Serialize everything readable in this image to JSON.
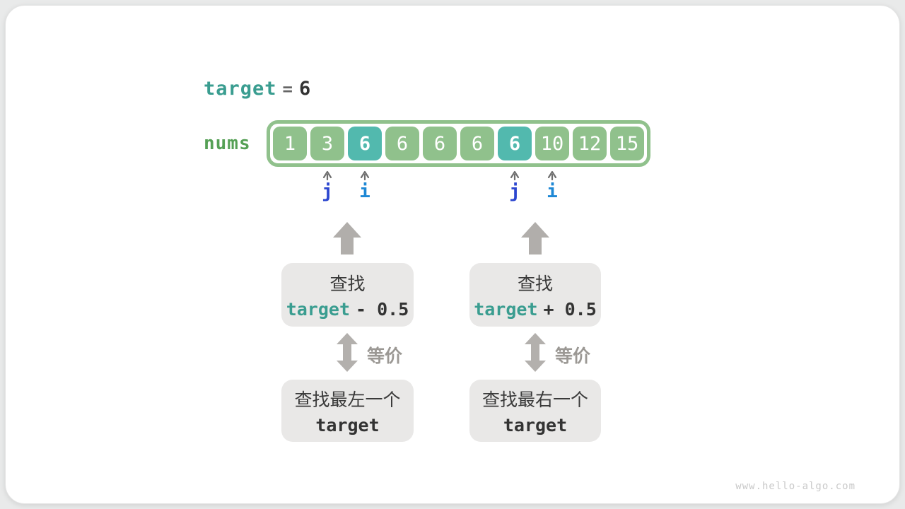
{
  "watermark": "www.hello-algo.com",
  "colors": {
    "accent_teal_text": "#3a9d90",
    "nums_label_green": "#55a055",
    "array_box_green": "#90c18c",
    "array_box_teal": "#52b9ae",
    "pointer_j_blue": "#2b46cf",
    "pointer_i_blue": "#1e88d5",
    "arrow_gray": "#b1aeab",
    "flow_box_gray": "#e9e8e7"
  },
  "target_line": {
    "variable": "target",
    "equals": "=",
    "value": "6"
  },
  "array": {
    "label": "nums",
    "cells": [
      {
        "value": "1",
        "highlight": false
      },
      {
        "value": "3",
        "highlight": false
      },
      {
        "value": "6",
        "highlight": true
      },
      {
        "value": "6",
        "highlight": false
      },
      {
        "value": "6",
        "highlight": false
      },
      {
        "value": "6",
        "highlight": false
      },
      {
        "value": "6",
        "highlight": true
      },
      {
        "value": "10",
        "highlight": false
      },
      {
        "value": "12",
        "highlight": false
      },
      {
        "value": "15",
        "highlight": false
      }
    ]
  },
  "pointers": [
    {
      "label": "j"
    },
    {
      "label": "i"
    },
    {
      "label": "j"
    },
    {
      "label": "i"
    }
  ],
  "flows": {
    "left": {
      "search_prefix": "查找",
      "expr_variable": "target",
      "expr_op": "- 0.5",
      "equiv_label": "等价",
      "result_text": "查找最左一个",
      "result_variable": "target"
    },
    "right": {
      "search_prefix": "查找",
      "expr_variable": "target",
      "expr_op": "+ 0.5",
      "equiv_label": "等价",
      "result_text": "查找最右一个",
      "result_variable": "target"
    }
  }
}
